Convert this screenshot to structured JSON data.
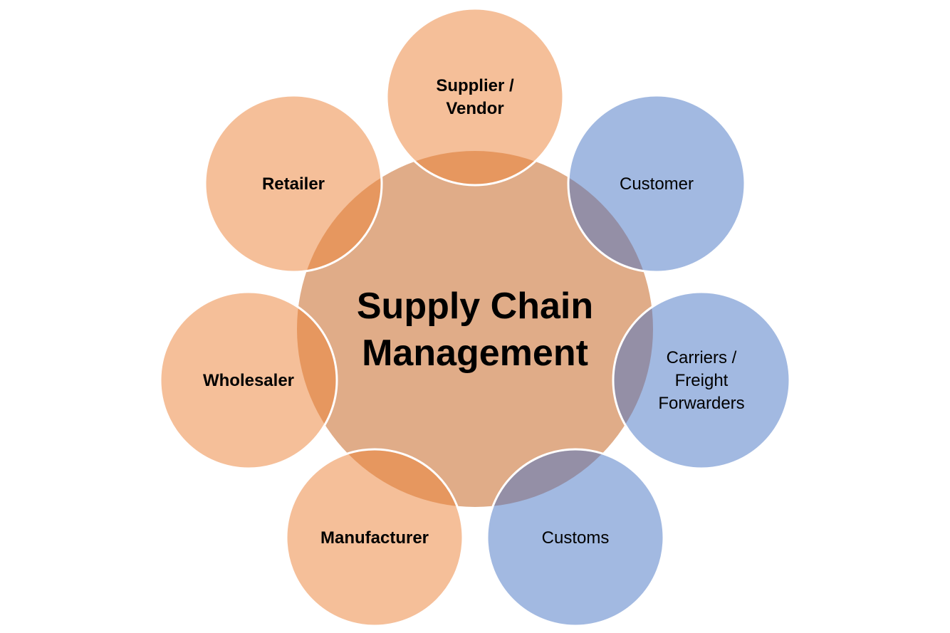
{
  "center": {
    "lines": [
      "Supply Chain",
      "Management"
    ],
    "fill": "#e0ac88"
  },
  "colors": {
    "orange_node": "#f5bf99",
    "blue_node": "#a2b9e1",
    "orange_overlap": "#e6975f",
    "blue_overlap": "#948fa6",
    "outline": "#ffffff"
  },
  "nodes": [
    {
      "id": "supplier-vendor",
      "lines": [
        "Supplier /",
        "Vendor"
      ],
      "color": "orange",
      "bold": true
    },
    {
      "id": "customer",
      "lines": [
        "Customer"
      ],
      "color": "blue",
      "bold": false
    },
    {
      "id": "carriers-freight-forwarders",
      "lines": [
        "Carriers /",
        "Freight",
        "Forwarders"
      ],
      "color": "blue",
      "bold": false
    },
    {
      "id": "customs",
      "lines": [
        "Customs"
      ],
      "color": "blue",
      "bold": false
    },
    {
      "id": "manufacturer",
      "lines": [
        "Manufacturer"
      ],
      "color": "orange",
      "bold": true
    },
    {
      "id": "wholesaler",
      "lines": [
        "Wholesaler"
      ],
      "color": "orange",
      "bold": true
    },
    {
      "id": "retailer",
      "lines": [
        "Retailer"
      ],
      "color": "orange",
      "bold": true
    }
  ]
}
